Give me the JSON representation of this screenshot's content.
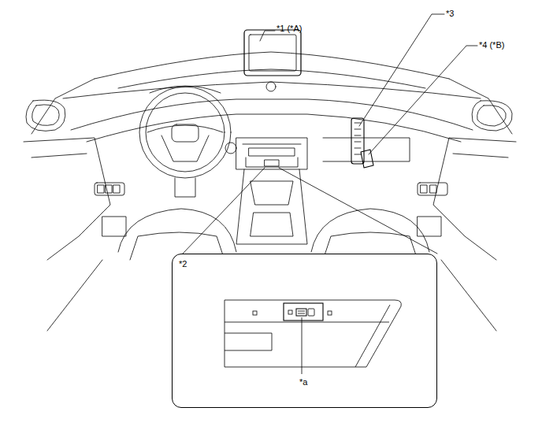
{
  "diagram": {
    "nodes": [
      {
        "text": [
          "*2"
        ]
      }
    ],
    "labels": [
      "*1 (*A)",
      "*3",
      "*4 (*B)",
      "*a"
    ]
  }
}
